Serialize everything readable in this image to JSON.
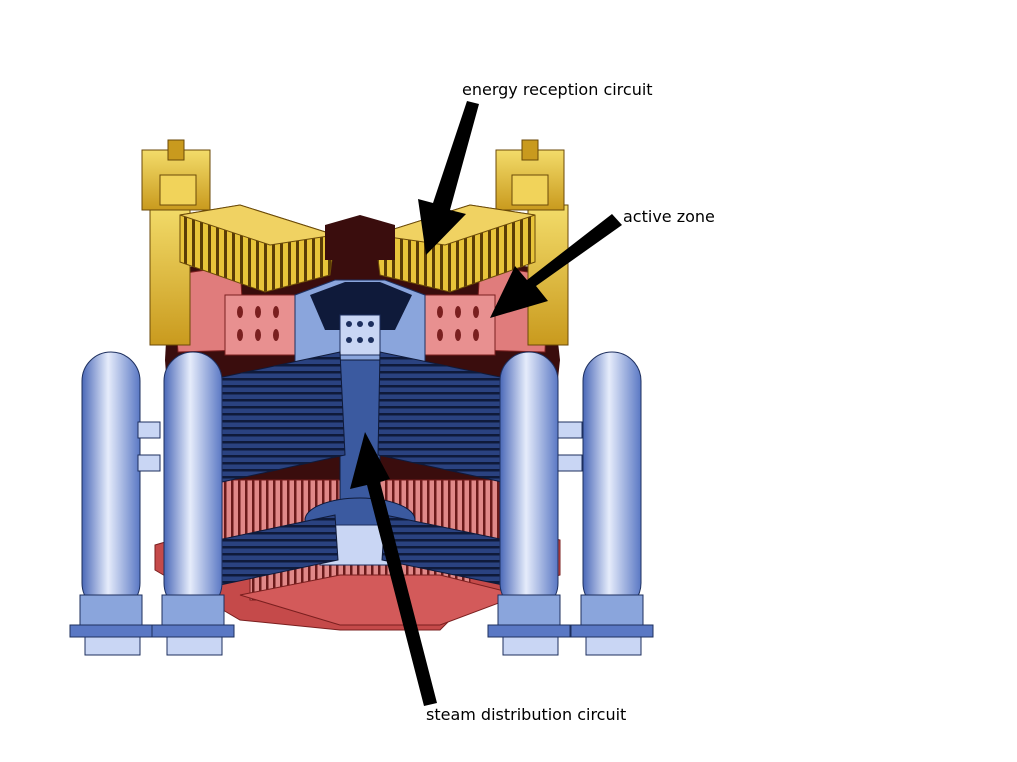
{
  "labels": {
    "energy_reception": "energy reception circuit",
    "active_zone": "active zone",
    "steam_distribution": "steam distribution circuit"
  },
  "colors": {
    "gold": "#e8c43a",
    "gold_dark": "#6b4a08",
    "salmon": "#e07c7c",
    "brick": "#c54a4a",
    "maroon": "#3a0d0d",
    "navy": "#1d2f5e",
    "navy_light": "#3b5aa0",
    "steel_blue": "#8aa5dc",
    "pale_blue": "#c9d6f4",
    "arrow": "#000000"
  }
}
